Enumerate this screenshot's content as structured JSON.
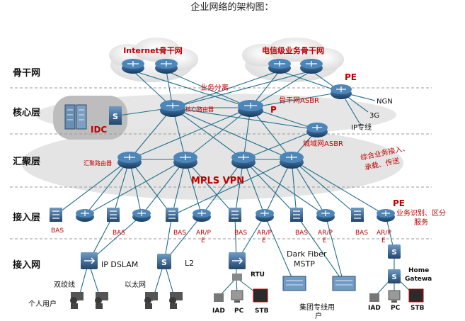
{
  "title": "企业网络的架构图：",
  "layers": {
    "backbone": "骨干网",
    "core": "核心层",
    "aggregation": "汇聚层",
    "access": "接入层",
    "access_net": "接入网"
  },
  "clouds": {
    "internet": "Internet骨干网",
    "telecom": "电信级业务骨干网"
  },
  "labels": {
    "pe_top": "PE",
    "business_split": "业务分离",
    "ngn": "NGN",
    "three_g": "3G",
    "ip_line": "IP专线",
    "core_router": "核心路由器",
    "p": "P",
    "backbone_asbr": "骨干网ASBR",
    "metro_asbr": "城域网ASBR",
    "idc": "IDC",
    "agg_router": "汇聚路由器",
    "mpls": "MPLS VPN",
    "integrated_line1": "综合业务接入、",
    "integrated_line2": "承载、传送",
    "pe_right": "PE",
    "service_id_line1": "业务识别、区分",
    "service_id_line2": "服务",
    "bas": "BAS",
    "ar_p": "AR/P",
    "e": "E",
    "ip_dslam": "IP DSLAM",
    "l2": "L2",
    "dark_fiber": "Dark Fiber",
    "mstp": "MSTP",
    "rtu": "RTU",
    "home_gateway_line1": "Home",
    "home_gateway_line2": "Gatewa",
    "twisted_pair": "双绞线",
    "ethernet": "以太网",
    "personal_users": "个人用户",
    "iad": "IAD",
    "pc": "PC",
    "stb": "STB",
    "group_line_user1": "集团专线用",
    "group_line_user2": "户"
  },
  "colors": {
    "red_label": "#c00000",
    "link": "#1f6f8b",
    "router_dark": "#1b3f66",
    "router_light": "#4d86b8",
    "dashed": "#9a9a9a",
    "layer_bg": "#e7e7e7"
  }
}
